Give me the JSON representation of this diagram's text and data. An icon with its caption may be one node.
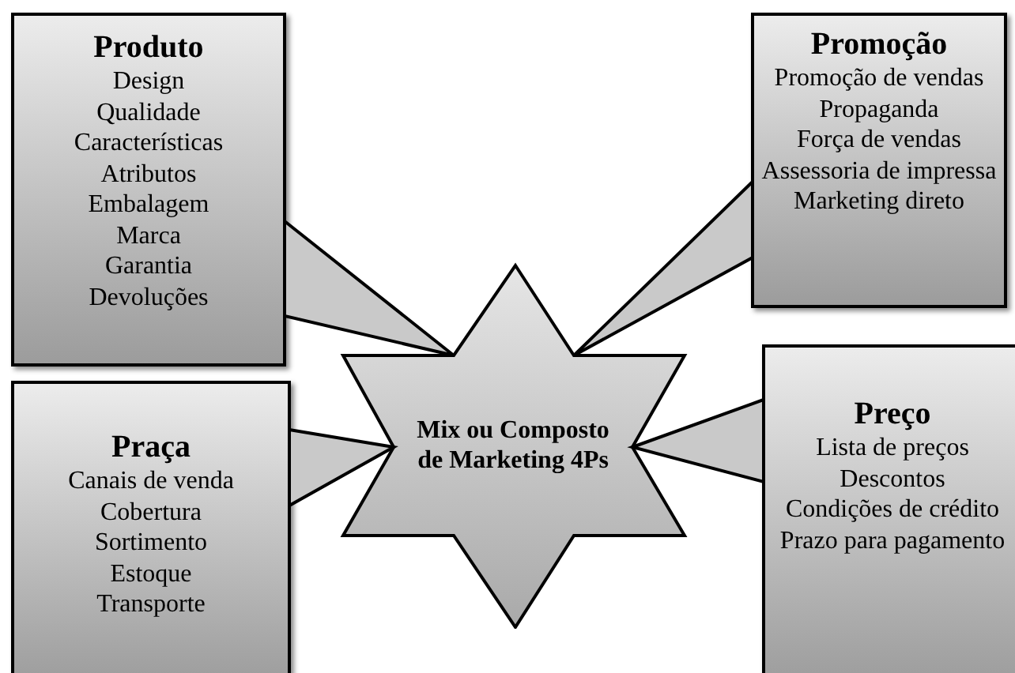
{
  "diagram": {
    "nodes": [
      {
        "text": [
          "Produto",
          "Design",
          "Qualidade",
          "Características",
          "Atributos",
          "Embalagem",
          "Marca",
          "Garantia",
          "Devoluções"
        ]
      },
      {
        "text": [
          "Promoção",
          "Promoção de vendas",
          "Propaganda",
          "Força de vendas",
          "Assessoria de impressa",
          "Marketing direto"
        ]
      },
      {
        "text": [
          "Mix ou Composto de Marketing 4Ps"
        ]
      },
      {
        "text": [
          "Praça",
          "Canais de venda",
          "Cobertura",
          "Sortimento",
          "Estoque",
          "Transporte"
        ]
      },
      {
        "text": [
          "Preço",
          "Lista de preços",
          "Descontos",
          "Condições de crédito",
          "Prazo para pagamento"
        ]
      }
    ],
    "edges": [
      {
        "from": 0,
        "to": 2,
        "arrow": "none"
      },
      {
        "from": 1,
        "to": 2,
        "arrow": "none"
      },
      {
        "from": 3,
        "to": 2,
        "arrow": "none"
      },
      {
        "from": 4,
        "to": 2,
        "arrow": "none"
      }
    ]
  }
}
